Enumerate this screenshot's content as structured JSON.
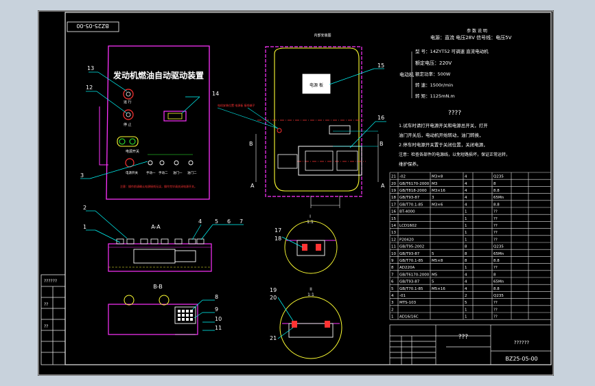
{
  "drawing": {
    "code_stamp": "BZ25-05-00",
    "title_main": "发动机燃油自动驱动装置",
    "code_block": "BZ25-05-00",
    "title_block_name": "???",
    "title_block_sub": "??????"
  },
  "front_panel": {
    "labels": [
      "电源开关",
      "手动一",
      "手动二",
      "油门一",
      "油门二"
    ],
    "note": "注意：操作前请确认电源接线无误，操作完毕请关闭电源开关。",
    "small_labels": [
      "运 行",
      "停 止",
      "电源开关"
    ]
  },
  "section_titles": {
    "aa": "A-A",
    "bb": "B-B",
    "detail1": "I",
    "detail1_scale": "1:1",
    "detail2": "II",
    "detail2_scale": "1:1"
  },
  "callouts": [
    "1",
    "2",
    "3",
    "4",
    "5",
    "6",
    "7",
    "8",
    "9",
    "10",
    "11",
    "12",
    "13",
    "14",
    "15",
    "16",
    "17",
    "18",
    "19",
    "20",
    "21"
  ],
  "view_marks": {
    "a": "A",
    "b": "B"
  },
  "rear_view": {
    "top_label": "内部安装图",
    "box_label": "电源 板",
    "side_note": "电机安装位置 电源板 接线端子"
  },
  "tech_specs": {
    "heading": "参 数 说 明",
    "line1": "电源：直流 电压28V  信号线：电压5V",
    "motor_label": "电动机",
    "rows": [
      "型    号：14ZYT52 可调速 直流电动机",
      "额定电压：220V",
      "额定功率：500W",
      "转    速：1500r/min",
      "转    矩：1125mN.m"
    ]
  },
  "notes": {
    "heading": "????",
    "lines": [
      "1.试车时请打开电源开关和电源总开关，打开",
      "  油门开关后，电动机开始转动，油门转换，",
      "2.停车时电源开关置于关闭位置，关闭电源，",
      "  注意：检查各部件的电源线，以免短路损坏，保证正常运转，",
      "  维护保养。"
    ]
  },
  "bom": {
    "rows": [
      [
        "21",
        "-02",
        "M3×8",
        "4",
        "",
        "Q235"
      ],
      [
        "20",
        "GB/T6170-2000",
        "M3",
        "4",
        "",
        "8"
      ],
      [
        "19",
        "GB/T818-2000",
        "M3×16",
        "4",
        "",
        "8.8"
      ],
      [
        "18",
        "GB/T93-87",
        "3",
        "4",
        "",
        "65Mn"
      ],
      [
        "17",
        "GB/T70.1-85",
        "M3×6",
        "4",
        "",
        "8.8"
      ],
      [
        "16",
        "BT-4000",
        "",
        "1",
        "",
        "??"
      ],
      [
        "15",
        "",
        "",
        "1",
        "",
        "??"
      ],
      [
        "14",
        "LCD1602",
        "",
        "1",
        "",
        "??"
      ],
      [
        "13",
        "",
        "",
        "1",
        "",
        "??"
      ],
      [
        "12",
        "P20420",
        "",
        "1",
        "",
        "??"
      ],
      [
        "11",
        "GB/T95-2002",
        "",
        "8",
        "",
        "Q235"
      ],
      [
        "10",
        "GB/T93-87",
        "5",
        "8",
        "",
        "65Mn"
      ],
      [
        "9",
        "GB/T70.1-85",
        "M5×8",
        "8",
        "",
        "8.8"
      ],
      [
        "8",
        "AD220A",
        "",
        "1",
        "",
        "??"
      ],
      [
        "7",
        "GB/T6170-2000",
        "M5",
        "4",
        "",
        "8"
      ],
      [
        "6",
        "GB/T93-87",
        "5",
        "4",
        "",
        "65Mn"
      ],
      [
        "5",
        "GB/T70.1-85",
        "M5×16",
        "4",
        "",
        "8.8"
      ],
      [
        "4",
        "-01",
        "",
        "2",
        "",
        "Q235"
      ],
      [
        "3",
        "MTS-103",
        "",
        "5",
        "",
        "??"
      ],
      [
        "2",
        "",
        "",
        "1",
        "",
        "??"
      ],
      [
        "1",
        "AD16/16C",
        "",
        "1",
        "",
        "??"
      ]
    ]
  },
  "left_strip": {
    "cell1": "??????",
    "cell2": "??",
    "cell3": "??"
  }
}
